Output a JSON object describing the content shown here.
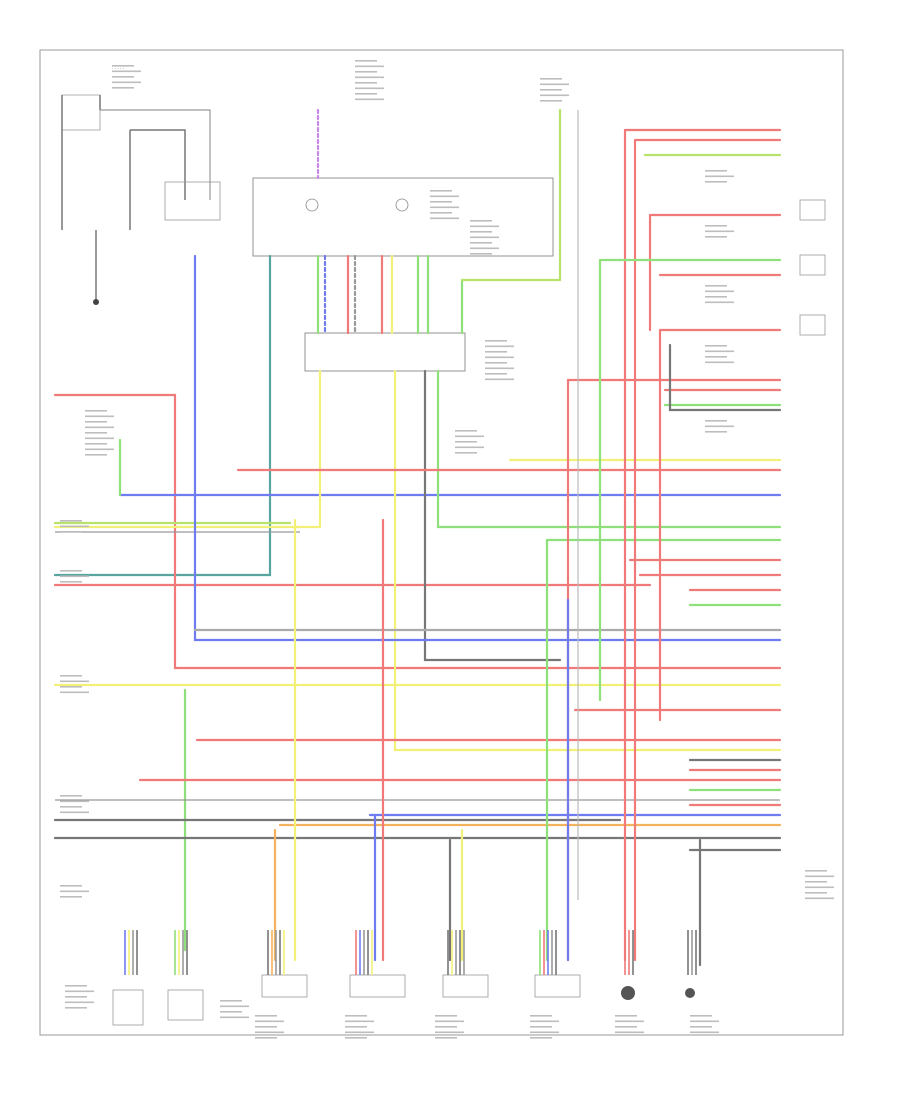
{
  "diagram": {
    "page_id": "",
    "colors": {
      "red": "#f07a7a",
      "pink": "#f5a0a0",
      "green": "#8ee07a",
      "yellow": "#f3f078",
      "blue": "#6f7cf0",
      "teal": "#5aa4a0",
      "gray": "#9a9a9a",
      "dark": "#555555",
      "orange": "#f5b25e",
      "violet": "#c888e8",
      "lime": "#b9e26a"
    },
    "components": [
      {
        "id": "c1",
        "label": ""
      },
      {
        "id": "c2",
        "label": ""
      },
      {
        "id": "c3",
        "label": ""
      },
      {
        "id": "c4",
        "label": ""
      },
      {
        "id": "c5",
        "label": ""
      },
      {
        "id": "c6",
        "label": ""
      },
      {
        "id": "c7",
        "label": ""
      },
      {
        "id": "c8",
        "label": ""
      },
      {
        "id": "c9",
        "label": ""
      },
      {
        "id": "c10",
        "label": ""
      },
      {
        "id": "c11",
        "label": ""
      },
      {
        "id": "c12",
        "label": ""
      }
    ]
  }
}
